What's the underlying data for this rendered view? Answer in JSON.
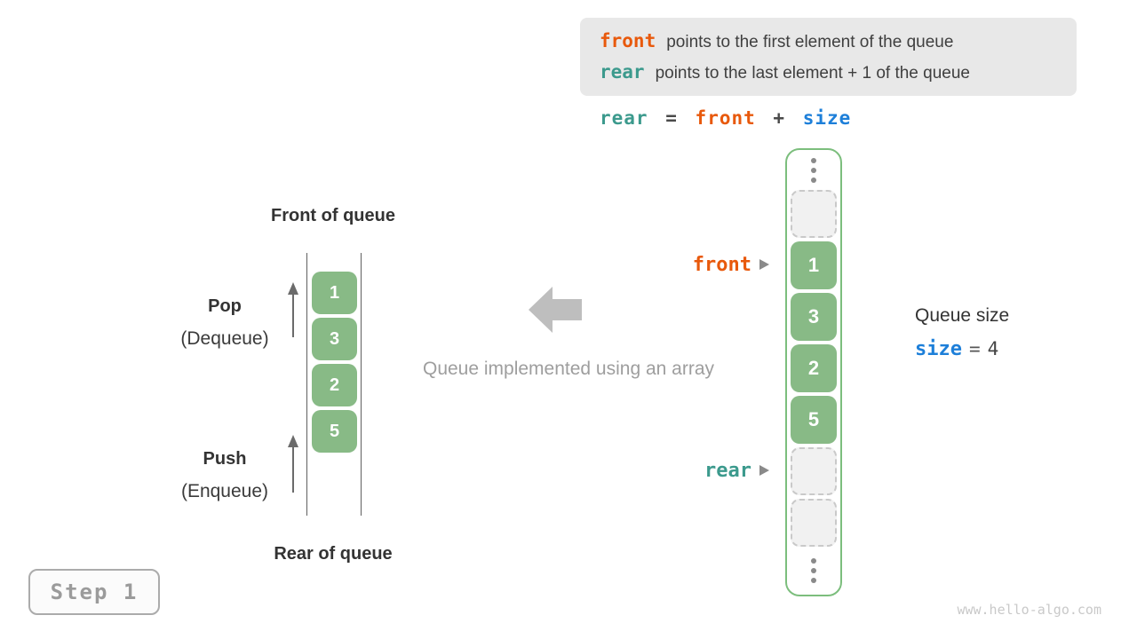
{
  "colors": {
    "front_orange": "#E8590C",
    "rear_teal": "#3C9A8D",
    "size_blue": "#1D7FD9",
    "cell_green": "#88BA86",
    "array_border_green": "#7CBE7D",
    "empty_cell_bg": "#F1F1F1",
    "empty_cell_border": "#C9C9C9",
    "info_box_bg": "#E8E8E8",
    "caption_gray": "#9E9E9E",
    "arrow_gray": "#BEBEBE"
  },
  "info_box": {
    "lines": [
      {
        "keyword": "front",
        "text": "points to the first element of the queue"
      },
      {
        "keyword": "rear",
        "text": "points to the last element + 1 of the queue"
      }
    ]
  },
  "formula": {
    "lhs": "rear",
    "eq": "=",
    "operand1": "front",
    "op": "+",
    "operand2": "size"
  },
  "left_queue": {
    "front_label": "Front of queue",
    "rear_label": "Rear of queue",
    "pop_label": "Pop",
    "pop_sublabel": "(Dequeue)",
    "push_label": "Push",
    "push_sublabel": "(Enqueue)",
    "values": [
      "1",
      "3",
      "2",
      "5"
    ]
  },
  "center": {
    "caption": "Queue implemented using an array"
  },
  "array_panel": {
    "front_pointer_label": "front",
    "rear_pointer_label": "rear",
    "cells": [
      {
        "type": "empty"
      },
      {
        "type": "filled",
        "value": "1",
        "pointer": "front"
      },
      {
        "type": "filled",
        "value": "3"
      },
      {
        "type": "filled",
        "value": "2"
      },
      {
        "type": "filled",
        "value": "5"
      },
      {
        "type": "empty",
        "pointer": "rear"
      },
      {
        "type": "empty"
      }
    ]
  },
  "queue_size": {
    "title": "Queue size",
    "var": "size",
    "eq": "=",
    "value": "4"
  },
  "step_badge": "Step 1",
  "watermark": "www.hello-algo.com"
}
